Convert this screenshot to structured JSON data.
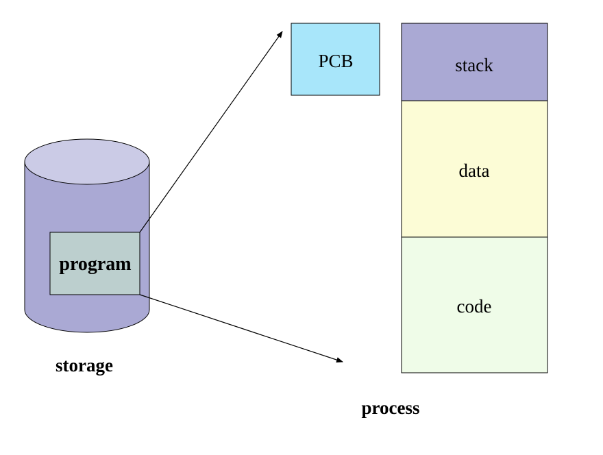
{
  "storage": {
    "label": "storage",
    "program_label": "program"
  },
  "process": {
    "label": "process",
    "pcb_label": "PCB",
    "segments": [
      {
        "label": "stack"
      },
      {
        "label": "data"
      },
      {
        "label": "code"
      }
    ]
  },
  "colors": {
    "cylinder_body": "#aaa9d4",
    "cylinder_top": "#cbcbe6",
    "program_box": "#bccfce",
    "pcb_box": "#a8e6fa",
    "stack_segment": "#aaa9d4",
    "data_segment": "#fcfcd6",
    "code_segment": "#effce8",
    "outline": "#000000"
  }
}
